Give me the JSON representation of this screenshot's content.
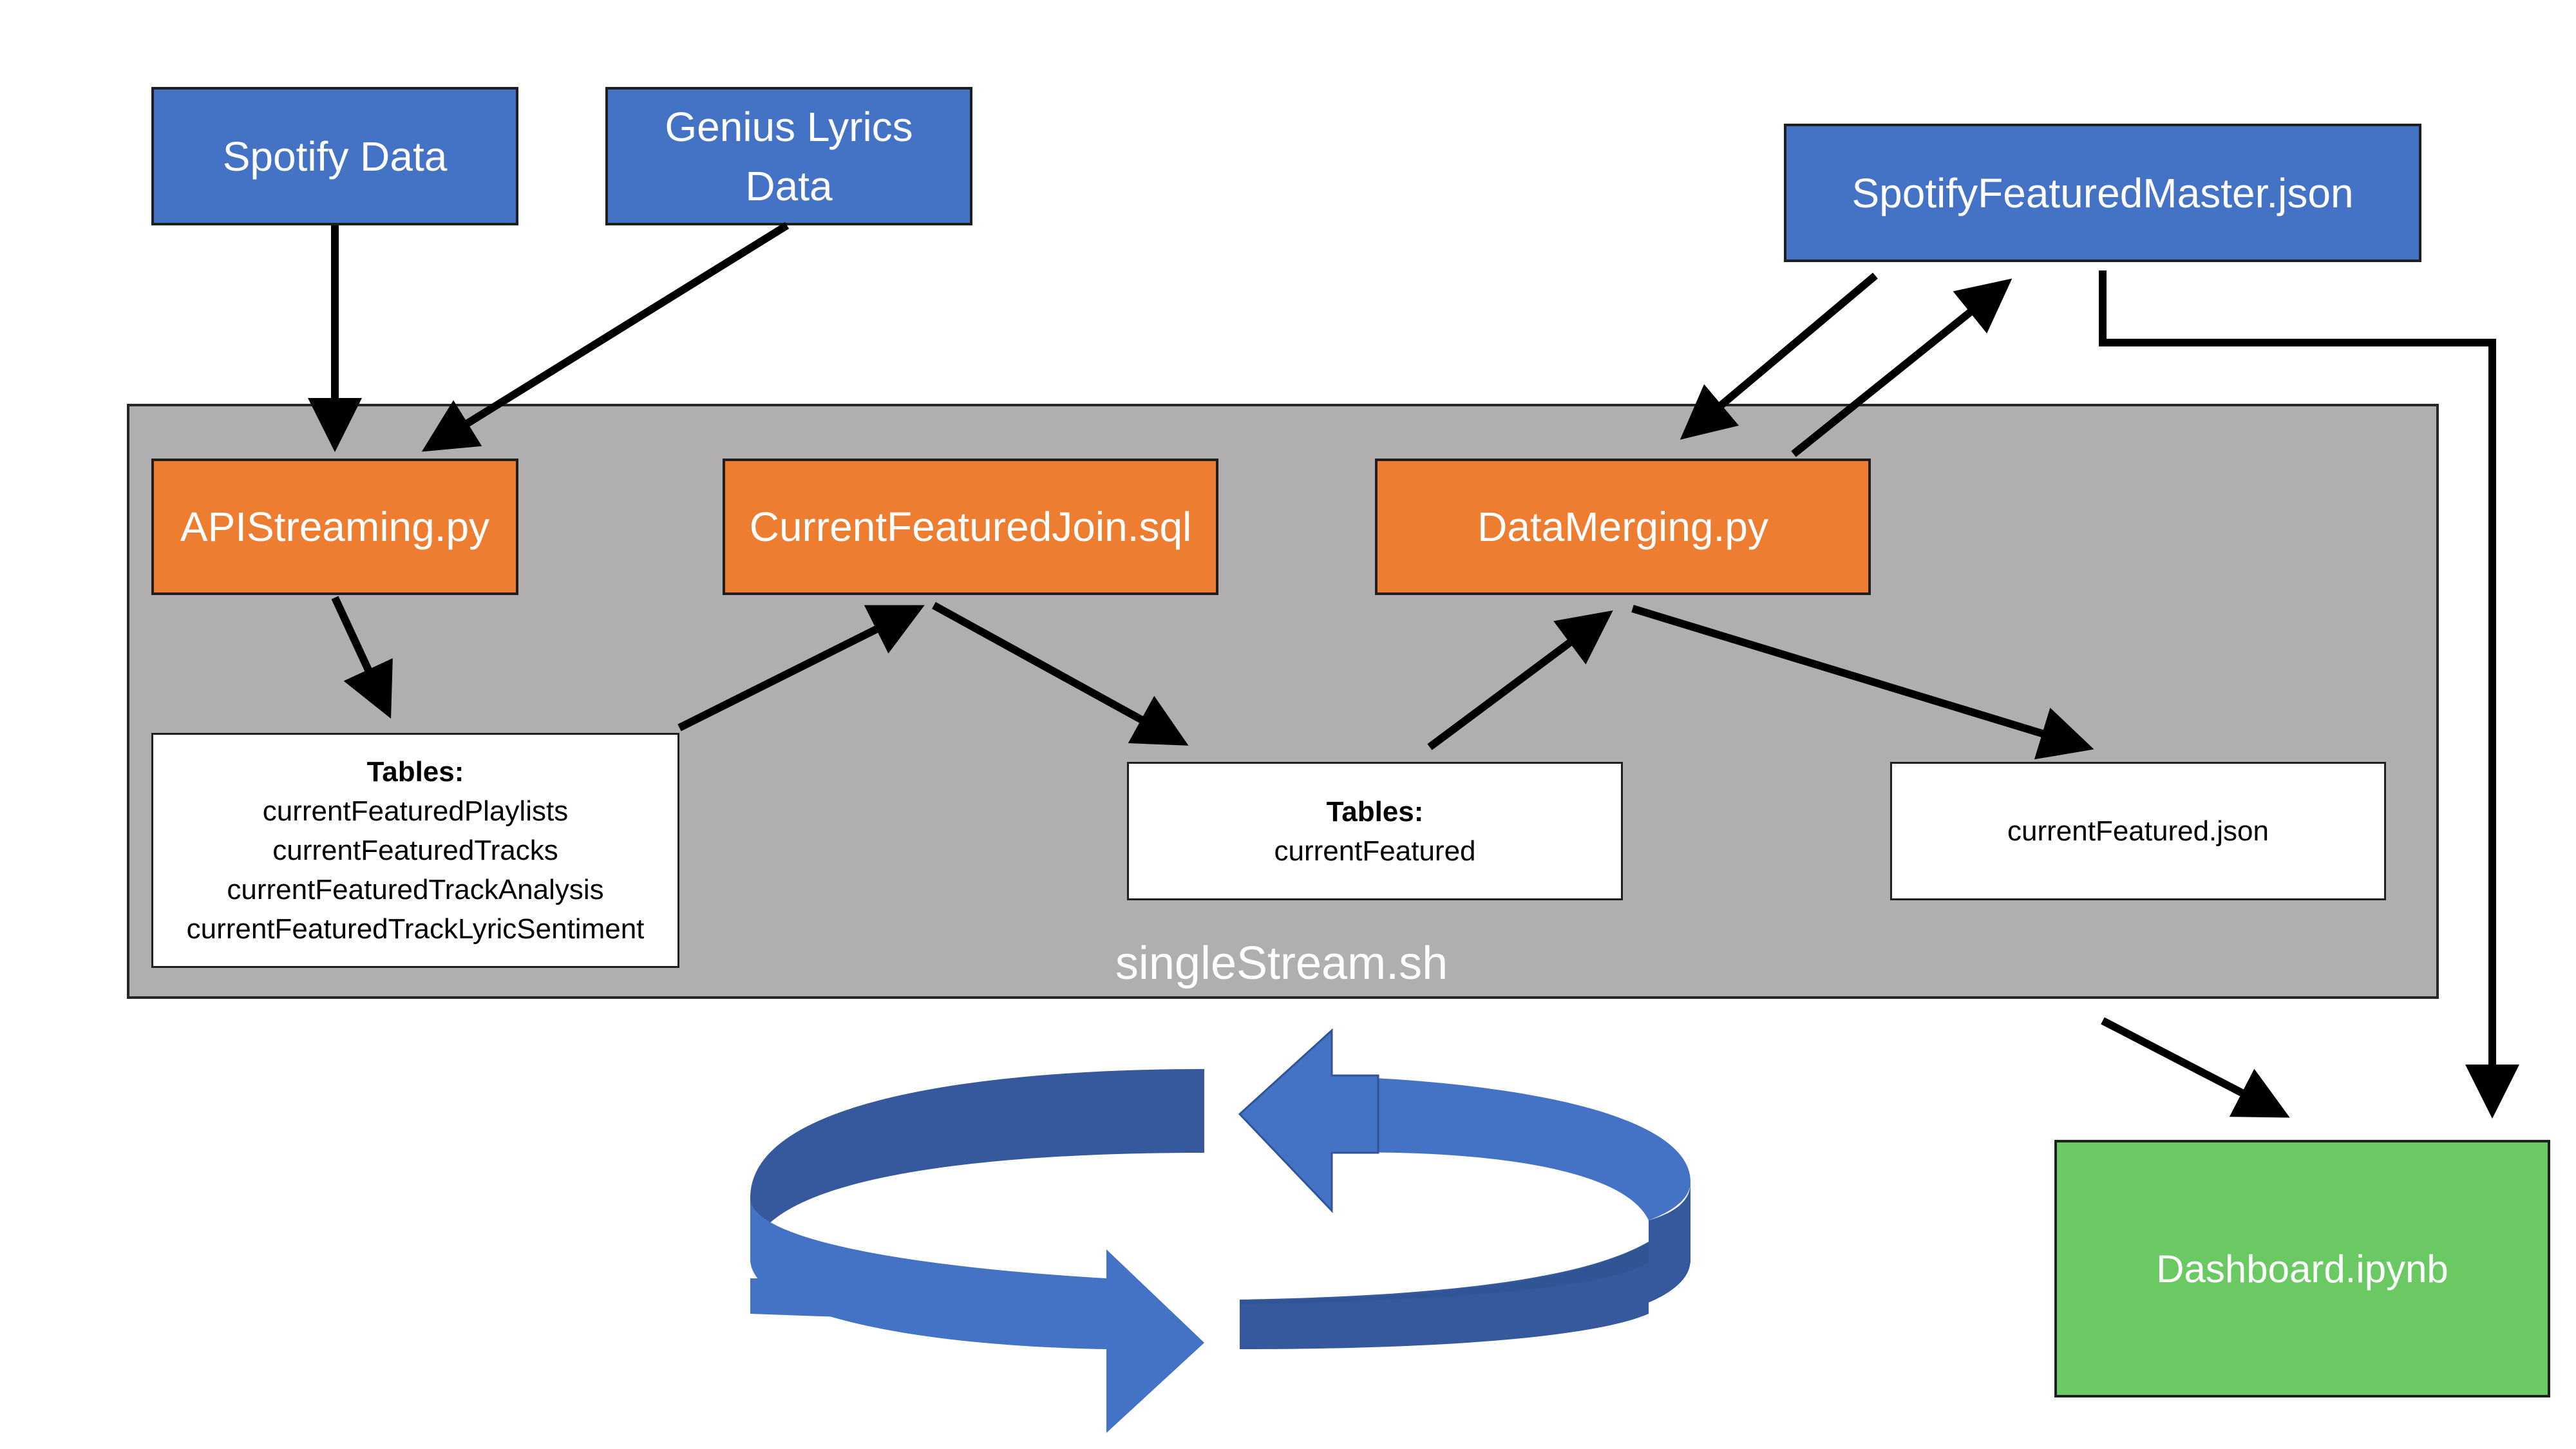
{
  "sources": {
    "spotify": "Spotify Data",
    "genius_line1": "Genius Lyrics",
    "genius_line2": "Data",
    "master_json": "SpotifyFeaturedMaster.json"
  },
  "pipeline": {
    "label": "singleStream.sh",
    "api_streaming": "APIStreaming.py",
    "join_sql": "CurrentFeaturedJoin.sql",
    "data_merging": "DataMerging.py"
  },
  "tables1": {
    "heading": "Tables:",
    "items": [
      "currentFeaturedPlaylists",
      "currentFeaturedTracks",
      "currentFeaturedTrackAnalysis",
      "currentFeaturedTrackLyricSentiment"
    ]
  },
  "tables2": {
    "heading": "Tables:",
    "items": [
      "currentFeatured"
    ]
  },
  "output_json": "currentFeatured.json",
  "dashboard": "Dashboard.ipynb",
  "colors": {
    "source_box": "#4472c4",
    "script_box": "#ed7d31",
    "dashboard_box": "#6bc964",
    "panel": "#b0aeae",
    "cycle_arrow": "#4472c4"
  }
}
